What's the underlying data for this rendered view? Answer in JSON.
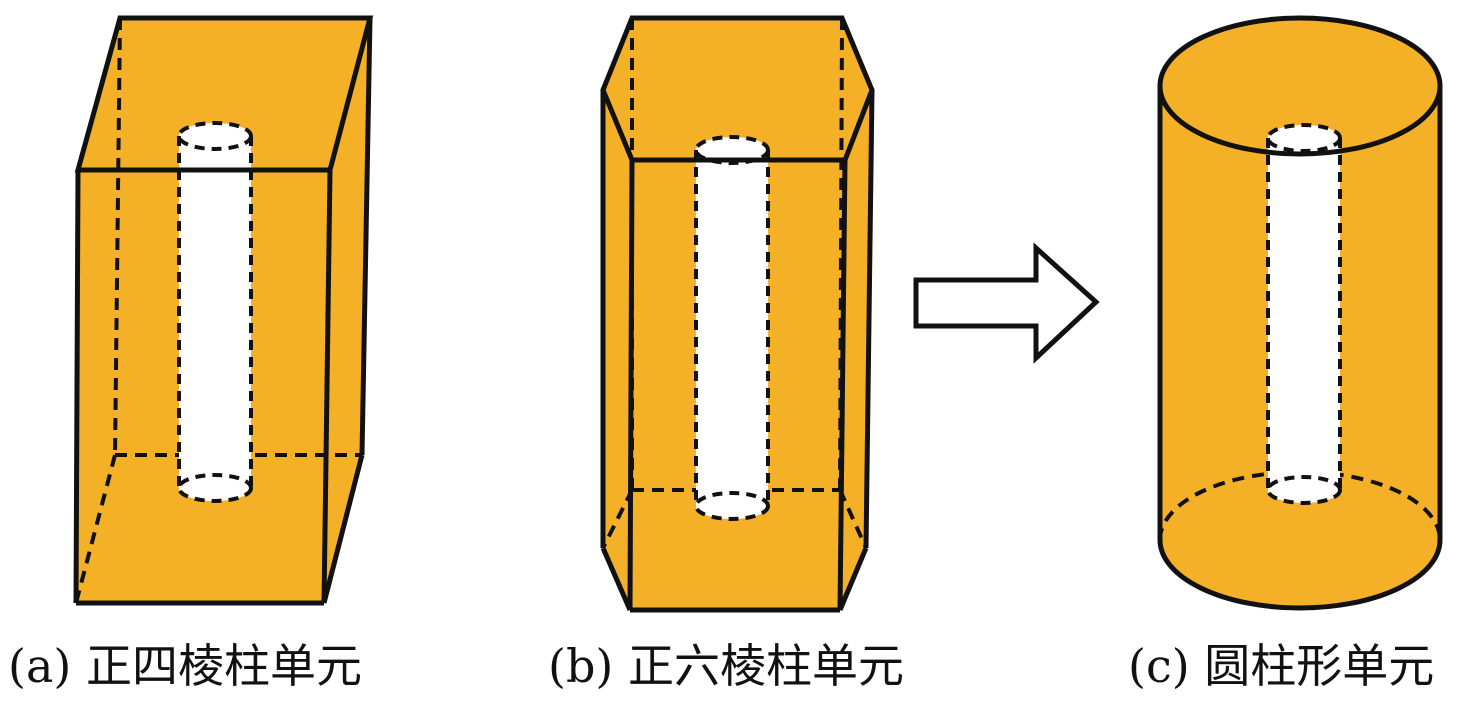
{
  "colors": {
    "fill": "#F4B128",
    "stroke": "#111111",
    "hole": "#ffffff",
    "arrow_fill": "#ffffff"
  },
  "captions": {
    "a": "(a) 正四棱柱单元",
    "b": "(b) 正六棱柱单元",
    "c": "(c) 圆柱形单元"
  },
  "icons": {
    "transform_arrow": "right-arrow-icon"
  }
}
